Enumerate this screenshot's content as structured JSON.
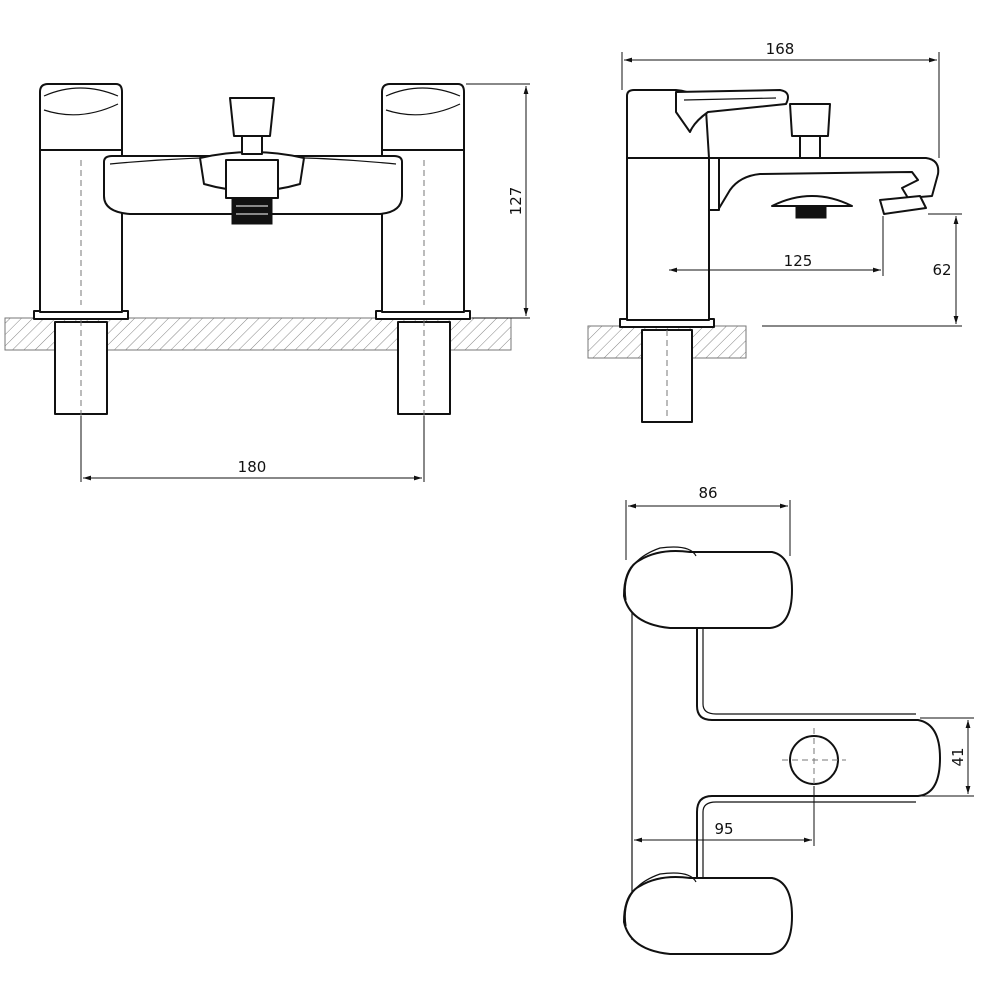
{
  "drawing": {
    "views": [
      {
        "name": "front-view"
      },
      {
        "name": "side-view"
      },
      {
        "name": "top-view"
      }
    ],
    "dimensions": {
      "front_width": "180",
      "front_height": "127",
      "side_depth": "168",
      "spout_reach": "125",
      "spout_height": "62",
      "top_depth": "86",
      "top_spout_width": "41",
      "top_outlet_offset": "95"
    }
  }
}
